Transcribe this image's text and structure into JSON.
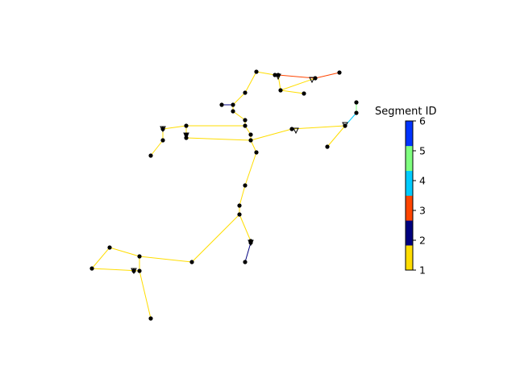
{
  "colorbar": {
    "title": "Segment ID",
    "tick_labels": [
      "1",
      "2",
      "3",
      "4",
      "5",
      "6"
    ],
    "colors": [
      "#FFDD00",
      "#00007F",
      "#FF4500",
      "#00CCFF",
      "#7FFF7F",
      "#0033FF"
    ]
  },
  "graph": {
    "node_color": "#000000",
    "edge_width_note": "thin polylines colored by segment id"
  }
}
